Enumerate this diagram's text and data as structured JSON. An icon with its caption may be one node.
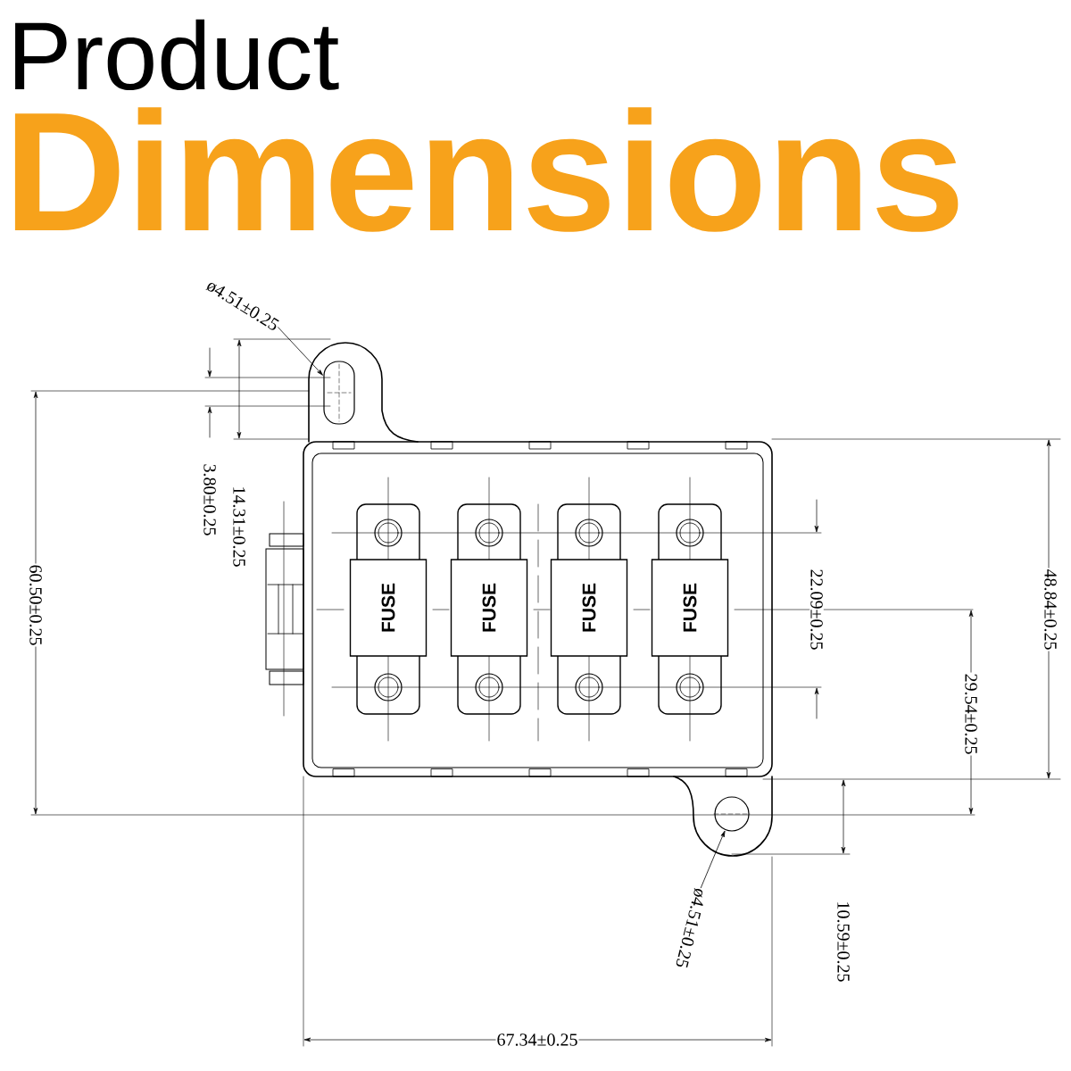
{
  "diagram": {
    "nodes": [
      {
        "text": [
          "FUSE"
        ]
      },
      {
        "text": [
          "FUSE"
        ]
      },
      {
        "text": [
          "FUSE"
        ]
      },
      {
        "text": [
          "FUSE"
        ]
      },
      {
        "text": [
          "ø4.51±0.25"
        ]
      },
      {
        "text": [],
        "shape": "oval"
      },
      {
        "text": [
          "ø4.51±0.25"
        ]
      },
      {
        "text": [],
        "shape": "circle"
      }
    ],
    "edges": [
      {
        "from": 4,
        "to": 5,
        "arrow": "to"
      },
      {
        "from": 6,
        "to": 7,
        "arrow": "to"
      }
    ],
    "labels": [
      "Product",
      "Dimensions",
      "3.80±0.25",
      "14.31±0.25",
      "60.50±0.25",
      "22.09±0.25",
      "29.54±0.25",
      "48.84±0.25",
      "10.59±0.25",
      "67.34±0.25"
    ]
  }
}
